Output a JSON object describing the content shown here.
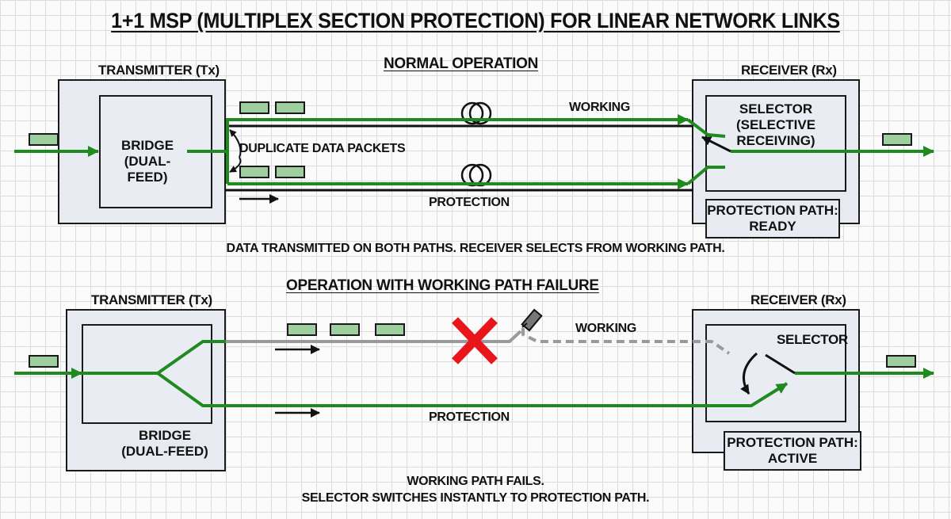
{
  "title": "1+1 MSP (MULTIPLEX SECTION PROTECTION) FOR LINEAR NETWORK LINKS",
  "colors": {
    "signal": "#1f8a1f",
    "packet": "#9fcf9f",
    "failed_path": "#9a9a9a",
    "failure_mark": "#e8161b",
    "box_fill": "#e7ebf1"
  },
  "normal": {
    "heading": "NORMAL OPERATION",
    "tx_label": "TRANSMITTER (Tx)",
    "bridge_line1": "BRIDGE",
    "bridge_line2": "(DUAL-FEED)",
    "duplicate_label": "DUPLICATE DATA PACKETS",
    "working_label": "WORKING",
    "protection_label": "PROTECTION",
    "rx_label": "RECEIVER (Rx)",
    "selector_line1": "SELECTOR",
    "selector_line2": "(SELECTIVE RECEIVING)",
    "status_line1": "PROTECTION PATH:",
    "status_line2": "READY",
    "caption": "DATA TRANSMITTED ON BOTH PATHS. RECEIVER SELECTS FROM WORKING PATH."
  },
  "failure": {
    "heading": "OPERATION WITH WORKING PATH FAILURE",
    "tx_label": "TRANSMITTER (Tx)",
    "bridge_line1": "BRIDGE",
    "bridge_line2": "(DUAL-FEED)",
    "working_label": "WORKING",
    "protection_label": "PROTECTION",
    "rx_label": "RECEIVER (Rx)",
    "selector_label": "SELECTOR",
    "status_line1": "PROTECTION PATH:",
    "status_line2": "ACTIVE",
    "caption_line1": "WORKING PATH FAILS.",
    "caption_line2": "SELECTOR SWITCHES INSTANTLY TO PROTECTION PATH."
  }
}
